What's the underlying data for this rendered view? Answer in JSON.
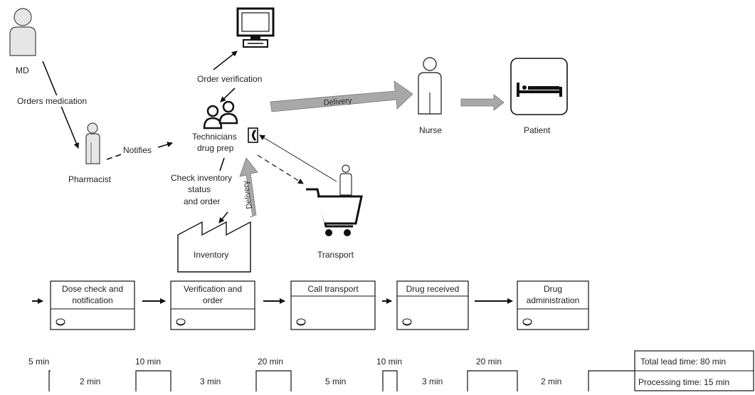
{
  "actors": {
    "md": "MD",
    "pharmacist": "Pharmacist",
    "technicians": [
      "Technicians",
      "drug prep"
    ],
    "nurse": "Nurse",
    "patient": "Patient",
    "transport": "Transport",
    "inventory": "Inventory"
  },
  "flows": {
    "orders_medication": "Orders medication",
    "notifies": "Notifies",
    "order_verification": "Order verification",
    "check_inventory": [
      "Check inventory",
      "status",
      "and order"
    ],
    "delivery_main": "Delivery",
    "delivery_inventory": "Delivery"
  },
  "process_boxes": [
    {
      "lines": [
        "Dose check and",
        "notification"
      ]
    },
    {
      "lines": [
        "Verification and",
        "order"
      ]
    },
    {
      "lines": [
        "Call transport"
      ]
    },
    {
      "lines": [
        "Drug received"
      ]
    },
    {
      "lines": [
        "Drug",
        "administration"
      ]
    }
  ],
  "timeline": {
    "wait_times": [
      "5 min",
      "10 min",
      "20 min",
      "10 min",
      "20 min"
    ],
    "process_times": [
      "2 min",
      "3 min",
      "5 min",
      "3 min",
      "2 min"
    ],
    "total_lead_time": "Total lead time: 80 min",
    "processing_time": "Processing time: 15 min"
  },
  "icons": [
    "person-icon",
    "computer-icon",
    "technicians-icon",
    "phone-icon",
    "bed-icon",
    "cart-icon",
    "factory-icon",
    "kaizen-operator-icon"
  ]
}
